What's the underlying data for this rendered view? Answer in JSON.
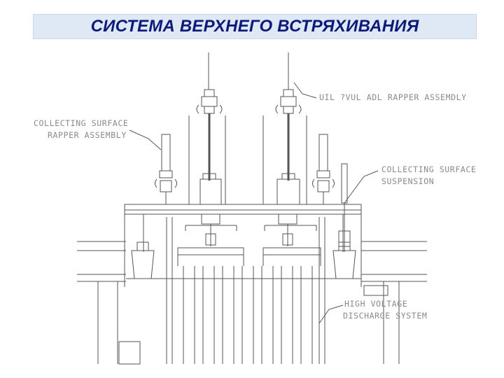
{
  "slide": {
    "title": "СИСТЕМА ВЕРХНЕГО ВСТРЯХИВАНИЯ"
  },
  "diagram": {
    "labels": {
      "rapper_top": "UIL  ?VUL ADL RAPPER ASSEMDLY",
      "collecting_rapper_line1": "COLLECTING SURFACE",
      "collecting_rapper_line2": "RAPPER ASSEMBLY",
      "suspension_line1": "COLLECTING SURFACE",
      "suspension_line2": "SUSPENSION",
      "discharge_line1": "HIGH VOLTAGE",
      "discharge_line2": "DISCHARGE SYSTEM"
    }
  }
}
